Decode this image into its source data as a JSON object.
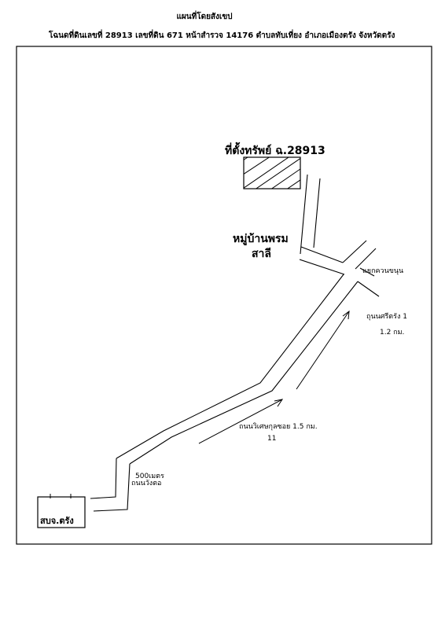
{
  "header": {
    "title": "แผนที่โดยสังเขป",
    "subtitle": "โฉนดที่ดินเลขที่   28913  เลขที่ดิน  671 หน้าสำรวจ   14176   ตำบลทับเที่ยง อำเภอเมืองตรัง จังหวัดตรัง"
  },
  "map": {
    "labels": {
      "parcel": "ที่ตั้งทรัพย์ ฉ.28913",
      "village_line1": "หมู่บ้านพรม",
      "village_line2": "สาลี",
      "junction": "แยกควนขนุน",
      "road_sritrang": "ถุนนศรีตรัง 1",
      "dist_sritrang": "1.2 กม.",
      "road_wiset": "ถนนวิเศษกุลซอย  1.5 กม.",
      "road_wiset_soi": "11",
      "dist_wangto": "500เมตร",
      "road_wangto": "ถนนวังตอ",
      "office": "สบจ.ตรัง"
    }
  }
}
